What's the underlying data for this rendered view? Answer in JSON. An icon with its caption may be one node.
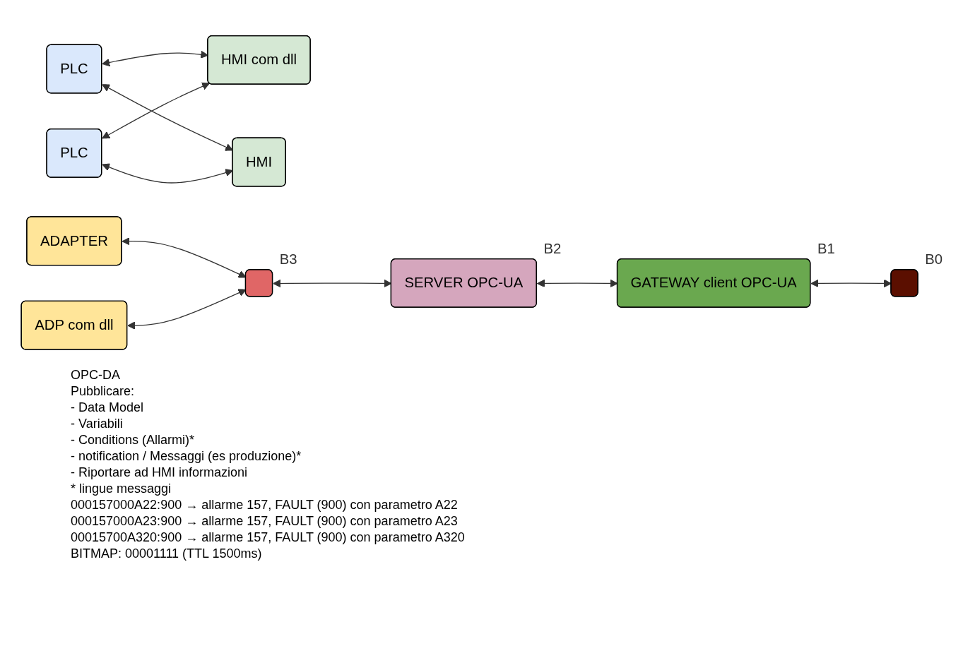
{
  "diagram": {
    "nodes": [
      {
        "text": [
          "PLC"
        ]
      },
      {
        "text": [
          "PLC"
        ]
      },
      {
        "text": [
          "HMI com dll"
        ]
      },
      {
        "text": [
          "ADAPTER"
        ]
      },
      {
        "text": [
          "HMI"
        ]
      },
      {
        "text": [
          "ADP com dll"
        ]
      },
      {
        "text": [],
        "shape": "box",
        "beside": [
          "B3"
        ]
      },
      {
        "text": [
          "SERVER OPC-UA"
        ],
        "beside": [
          "B2"
        ]
      },
      {
        "text": [
          "GATEWAY client OPC-UA"
        ],
        "beside": [
          "B1"
        ]
      },
      {
        "text": [],
        "shape": "box",
        "beside": [
          "B0"
        ]
      }
    ],
    "edges": [
      {
        "from": 0,
        "to": 2,
        "arrow": "both"
      },
      {
        "from": 0,
        "to": 4,
        "arrow": "both"
      },
      {
        "from": 1,
        "to": 2,
        "arrow": "both"
      },
      {
        "from": 1,
        "to": 4,
        "arrow": "both"
      },
      {
        "from": 3,
        "to": 6,
        "arrow": "both"
      },
      {
        "from": 5,
        "to": 6,
        "arrow": "both"
      },
      {
        "from": 6,
        "to": 7,
        "arrow": "both"
      },
      {
        "from": 7,
        "to": 8,
        "arrow": "both"
      },
      {
        "from": 8,
        "to": 9,
        "arrow": "both"
      }
    ],
    "labels": [
      "OPC-DA",
      "Pubblicare:",
      "- Data Model",
      "- Variabili",
      "- Conditions (Allarmi)*",
      "- notification / Messaggi (es produzione)*",
      "- Riportare ad HMI informazioni",
      "* lingue messaggi",
      "000157000A22:900 → allarme 157, FAULT (900) con parametro A22",
      "000157000A23:900 → allarme 157, FAULT (900) con parametro A23",
      "00015700A320:900 → allarme 157, FAULT (900) con parametro A320",
      "BITMAP: 00001111 (TTL 1500ms)"
    ]
  }
}
